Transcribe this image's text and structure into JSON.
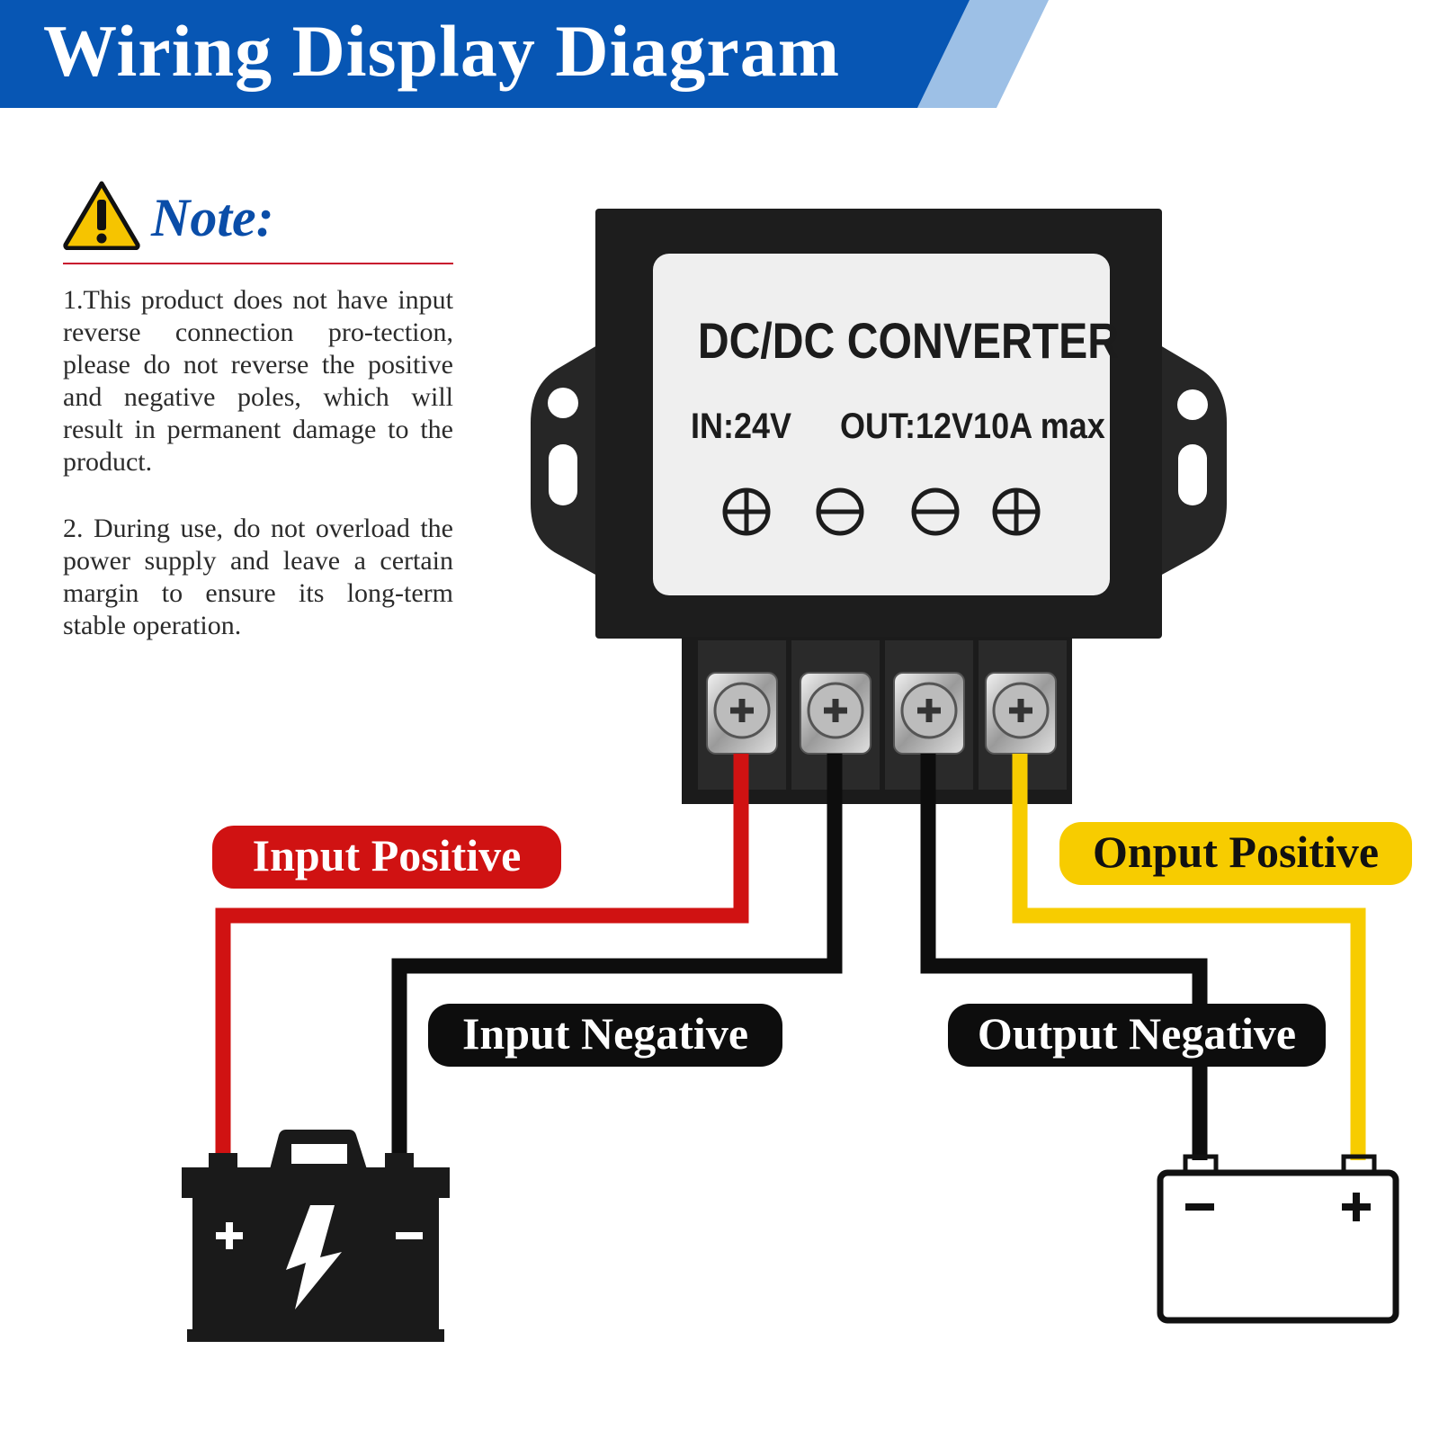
{
  "header": {
    "title": "Wiring Display Diagram",
    "bar_color": "#0756b4",
    "accent_color": "#9dc0e6"
  },
  "note": {
    "heading": "Note:",
    "icon": "warning-triangle-icon",
    "items": [
      "1.This product does not have input reverse connection pro-tection, please do not reverse the positive and negative poles, which will result in permanent damage to the product.",
      "2. During use, do not overload the power supply and leave a certain margin to ensure its long-term stable operation."
    ]
  },
  "module": {
    "title": "DC/DC CONVERTER",
    "input_spec": "IN:24V",
    "output_spec": "OUT:12V10A max",
    "terminal_icons": [
      "plus-circle-icon",
      "minus-circle-icon",
      "minus-circle-icon",
      "plus-circle-icon"
    ]
  },
  "wires": {
    "input_positive": {
      "label": "Input Positive",
      "color": "#d01212"
    },
    "input_negative": {
      "label": "Input Negative",
      "color": "#0d0d0d"
    },
    "output_negative": {
      "label": "Output Negative",
      "color": "#0d0d0d"
    },
    "output_positive": {
      "label": "Onput Positive",
      "color": "#f7cc00"
    }
  },
  "input_battery": {
    "icon": "car-battery-icon",
    "positive_symbol": "+",
    "negative_symbol": "−"
  },
  "output_battery": {
    "icon": "battery-outline-icon",
    "positive_symbol": "+",
    "negative_symbol": "−"
  }
}
